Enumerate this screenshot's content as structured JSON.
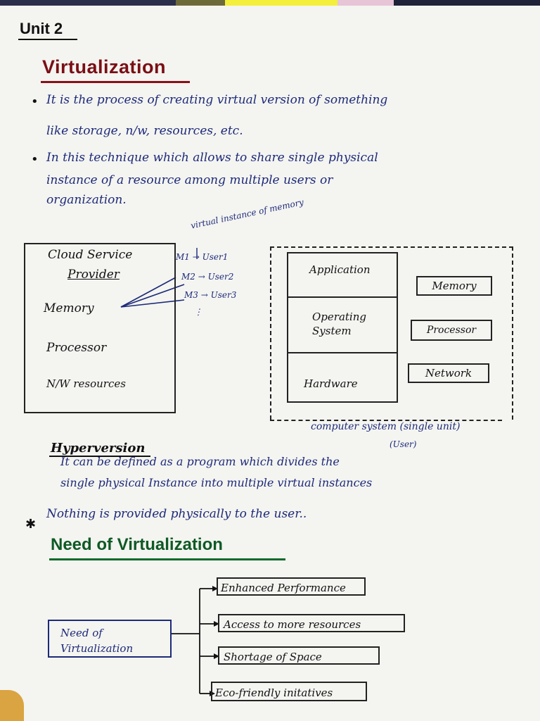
{
  "unit": "Unit 2",
  "title": "Virtualization",
  "bullets": [
    {
      "line1": "It is the process of creating virtual version of something",
      "line2": "like storage, n/w, resources, etc."
    },
    {
      "line1": "In this technique which allows to share single physical",
      "line2": "instance of a resource among multiple users or",
      "line3": "organization."
    }
  ],
  "csp_box": {
    "title_line1": "Cloud Service",
    "title_line2": "Provider",
    "items": [
      "Memory",
      "Processor",
      "N/W resources"
    ]
  },
  "virtual_note": "virtual instance of memory",
  "virtual_map": [
    "M1 → User1",
    "M2 → User2",
    "M3 → User3"
  ],
  "computer_system": {
    "stack": [
      "Application",
      "Operating System",
      "Hardware"
    ],
    "components": [
      "Memory",
      "Processor",
      "Network"
    ],
    "caption": "computer system (single unit)",
    "caption_sub": "(User)"
  },
  "hyperversion": {
    "heading": "Hyperversion",
    "line1": "It can be defined as a program which divides the",
    "line2": "single physical Instance into multiple virtual instances"
  },
  "note": "Nothing is provided physically to the user..",
  "need_section": {
    "heading": "Need of Virtualization",
    "root": "Need of Virtualization",
    "branches": [
      "Enhanced Performance",
      "Access to more resources",
      "Shortage of Space",
      "Eco-friendly initatives"
    ]
  },
  "colors": {
    "ink": "#1d2a78",
    "title_red": "#7a0f14",
    "title_green": "#0e5a24"
  }
}
